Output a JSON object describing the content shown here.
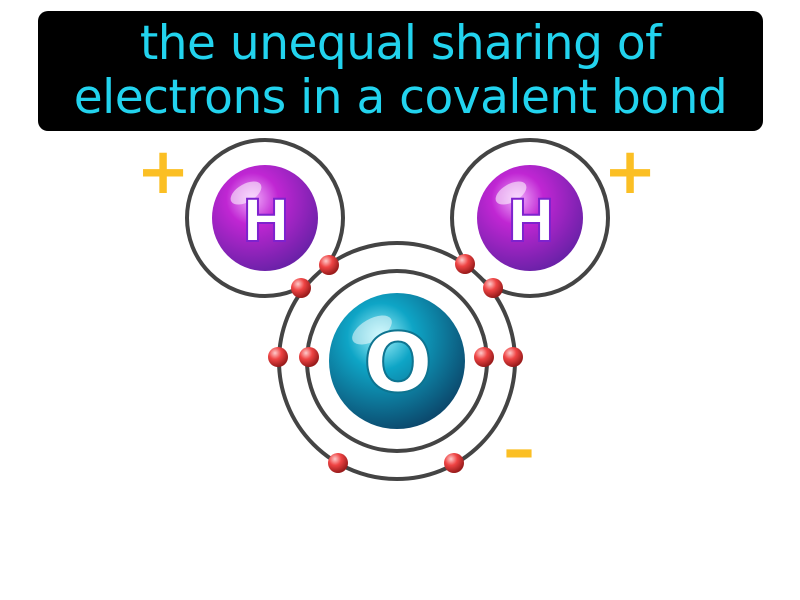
{
  "title": {
    "line1": "the unequal sharing of",
    "line2": "electrons in a covalent bond"
  },
  "atoms": {
    "hydrogen_left": "H",
    "hydrogen_right": "H",
    "oxygen": "O"
  },
  "charges": {
    "left": "+",
    "right": "+",
    "bottom": "–"
  },
  "colors": {
    "banner_bg": "#000000",
    "banner_text": "#22d3ee",
    "hydrogen": "#a21caf",
    "oxygen": "#0891b2",
    "electron": "#ef4444",
    "charge": "#fbbf24",
    "shell": "#444444"
  }
}
